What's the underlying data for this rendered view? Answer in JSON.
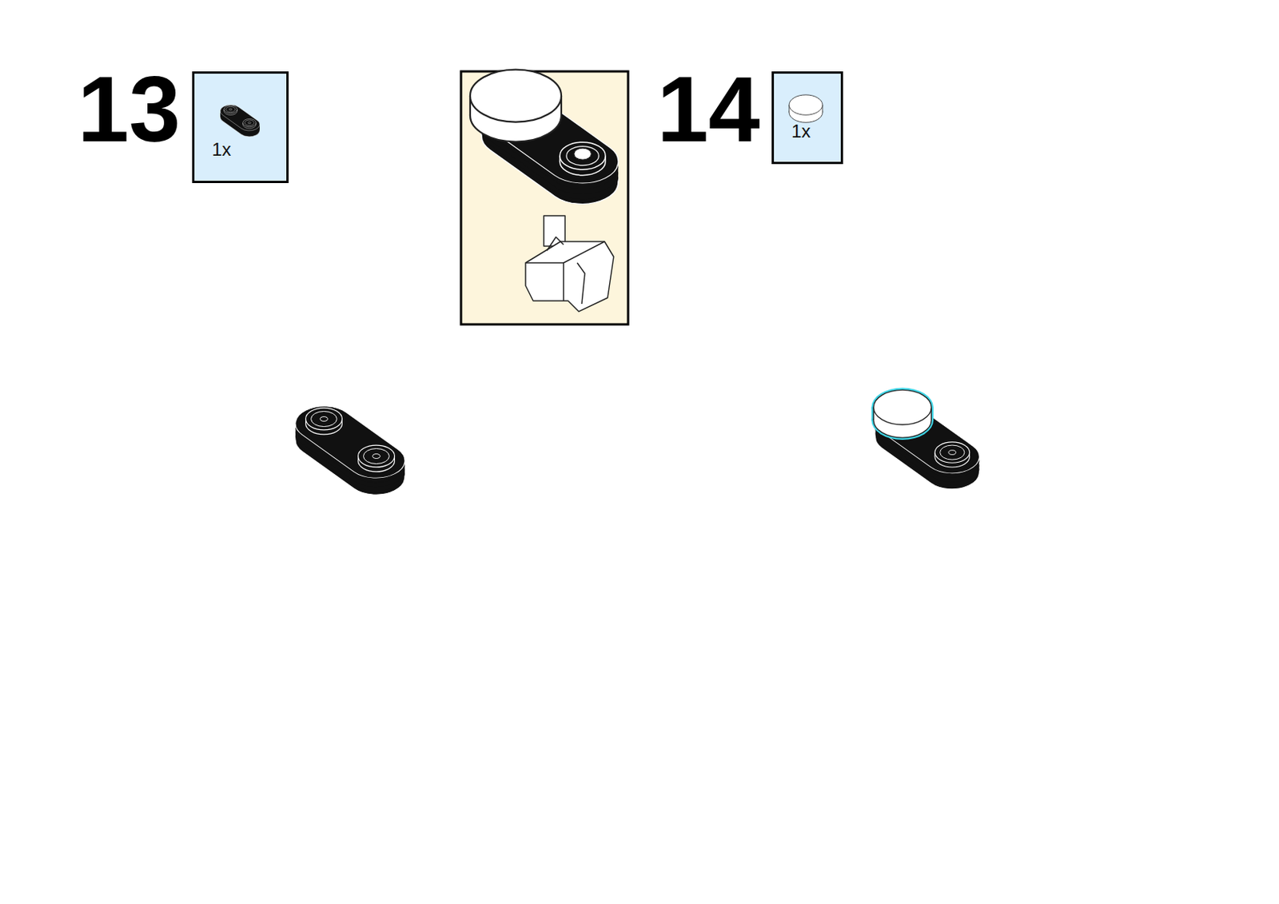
{
  "diagram": {
    "nodes": [
      {
        "text": [
          "1x"
        ]
      },
      {
        "text": [
          "1x"
        ]
      }
    ],
    "labels": [
      "13",
      "14"
    ]
  }
}
